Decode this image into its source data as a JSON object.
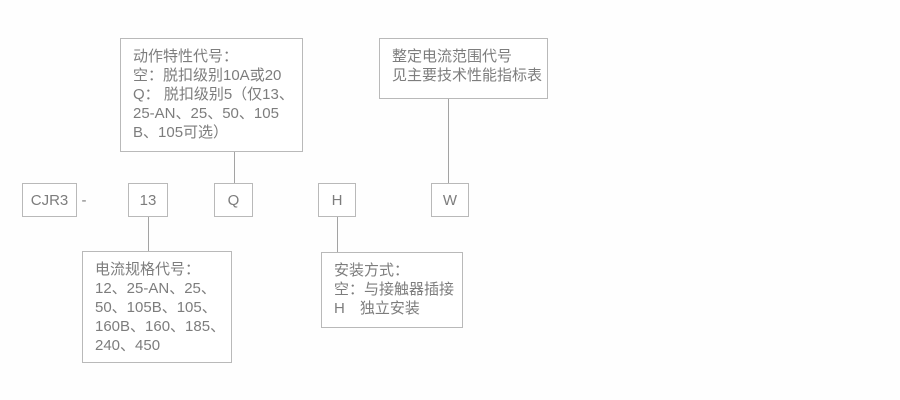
{
  "model_code": {
    "prefix": "CJR3",
    "separator": "-",
    "segments": [
      "13",
      "Q",
      "H",
      "W"
    ]
  },
  "notes": {
    "top_left": {
      "lines": [
        "动作特性代号：",
        "空：脱扣级别10A或20",
        "Q： 脱扣级别5（仅13、",
        "25-AN、25、50、105",
        "B、105可选）"
      ]
    },
    "top_right": {
      "lines": [
        "整定电流范围代号",
        "见主要技术性能指标表"
      ]
    },
    "bottom_left": {
      "lines": [
        "电流规格代号：",
        "12、25-AN、25、",
        "50、105B、105、",
        "160B、160、185、",
        "240、450"
      ]
    },
    "bottom_mid": {
      "lines": [
        "安装方式：",
        "空：与接触器插接",
        "H　独立安装"
      ]
    }
  },
  "colors": {
    "border": "#b9b9b9",
    "text": "#7d7d7d",
    "connector_line": "#a3a3a3",
    "background": "#fefefe"
  }
}
